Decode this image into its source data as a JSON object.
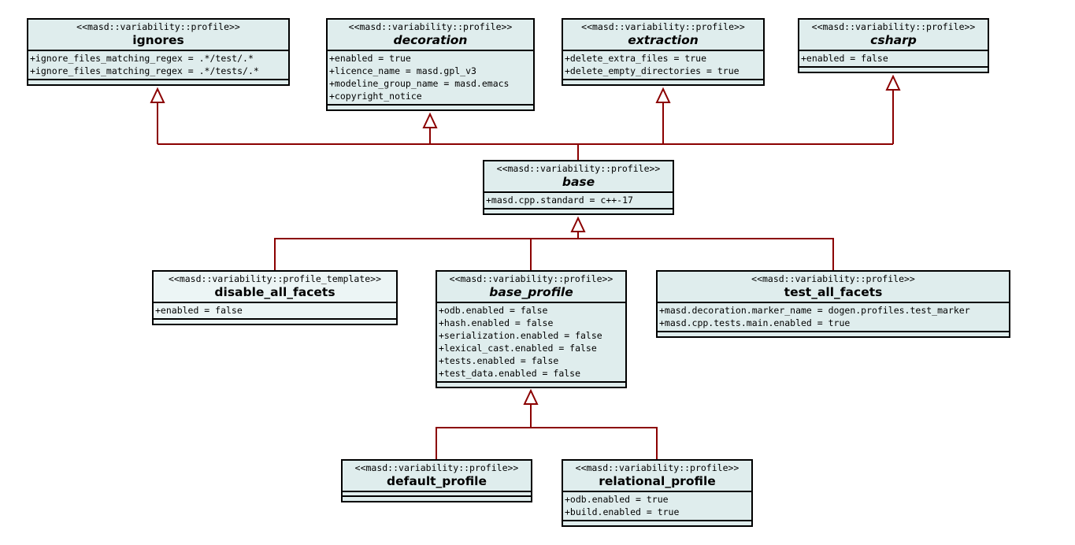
{
  "diagram": {
    "classes": {
      "ignores": {
        "stereotype": "<<masd::variability::profile>>",
        "name": "ignores",
        "attributes": [
          "+ignore_files_matching_regex = .*/test/.*",
          "+ignore_files_matching_regex = .*/tests/.*"
        ]
      },
      "decoration": {
        "stereotype": "<<masd::variability::profile>>",
        "name": "decoration",
        "attributes": [
          "+enabled = true",
          "+licence_name = masd.gpl_v3",
          "+modeline_group_name = masd.emacs",
          "+copyright_notice"
        ]
      },
      "extraction": {
        "stereotype": "<<masd::variability::profile>>",
        "name": "extraction",
        "attributes": [
          "+delete_extra_files = true",
          "+delete_empty_directories = true"
        ]
      },
      "csharp": {
        "stereotype": "<<masd::variability::profile>>",
        "name": "csharp",
        "attributes": [
          "+enabled = false"
        ]
      },
      "base": {
        "stereotype": "<<masd::variability::profile>>",
        "name": "base",
        "attributes": [
          "+masd.cpp.standard = c++-17"
        ]
      },
      "disable_all_facets": {
        "stereotype": "<<masd::variability::profile_template>>",
        "name": "disable_all_facets",
        "attributes": [
          "+enabled = false"
        ]
      },
      "base_profile": {
        "stereotype": "<<masd::variability::profile>>",
        "name": "base_profile",
        "attributes": [
          "+odb.enabled = false",
          "+hash.enabled = false",
          "+serialization.enabled = false",
          "+lexical_cast.enabled = false",
          "+tests.enabled = false",
          "+test_data.enabled = false"
        ]
      },
      "test_all_facets": {
        "stereotype": "<<masd::variability::profile>>",
        "name": "test_all_facets",
        "attributes": [
          "+masd.decoration.marker_name = dogen.profiles.test_marker",
          "+masd.cpp.tests.main.enabled = true"
        ]
      },
      "default_profile": {
        "stereotype": "<<masd::variability::profile>>",
        "name": "default_profile",
        "attributes": []
      },
      "relational_profile": {
        "stereotype": "<<masd::variability::profile>>",
        "name": "relational_profile",
        "attributes": [
          "+odb.enabled = true",
          "+build.enabled = true"
        ]
      }
    },
    "colors": {
      "class_fill": "#dfeded",
      "template_fill": "#ecf5f5",
      "border": "#000000",
      "connector": "#8b0000"
    }
  }
}
